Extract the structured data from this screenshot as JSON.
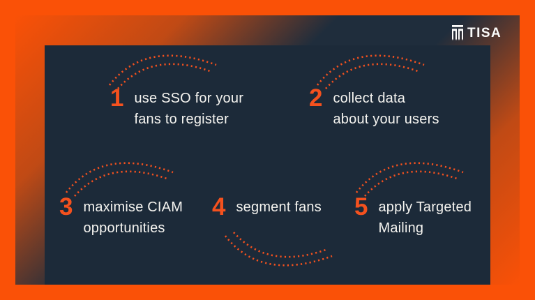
{
  "brand": {
    "name": "TISA",
    "icon": "tisa-monogram-icon"
  },
  "colors": {
    "border_orange": "#fa5107",
    "accent_orange": "#f4511e",
    "card_navy": "#1c2a39",
    "text_white": "#f5f4f0"
  },
  "steps": [
    {
      "number": "1",
      "line1": "use SSO for your",
      "line2": "fans to register"
    },
    {
      "number": "2",
      "line1": "collect data",
      "line2": "about your users"
    },
    {
      "number": "3",
      "line1": "maximise CIAM",
      "line2": "opportunities"
    },
    {
      "number": "4",
      "line1": "segment fans",
      "line2": ""
    },
    {
      "number": "5",
      "line1": "apply Targeted",
      "line2": "Mailing"
    }
  ]
}
